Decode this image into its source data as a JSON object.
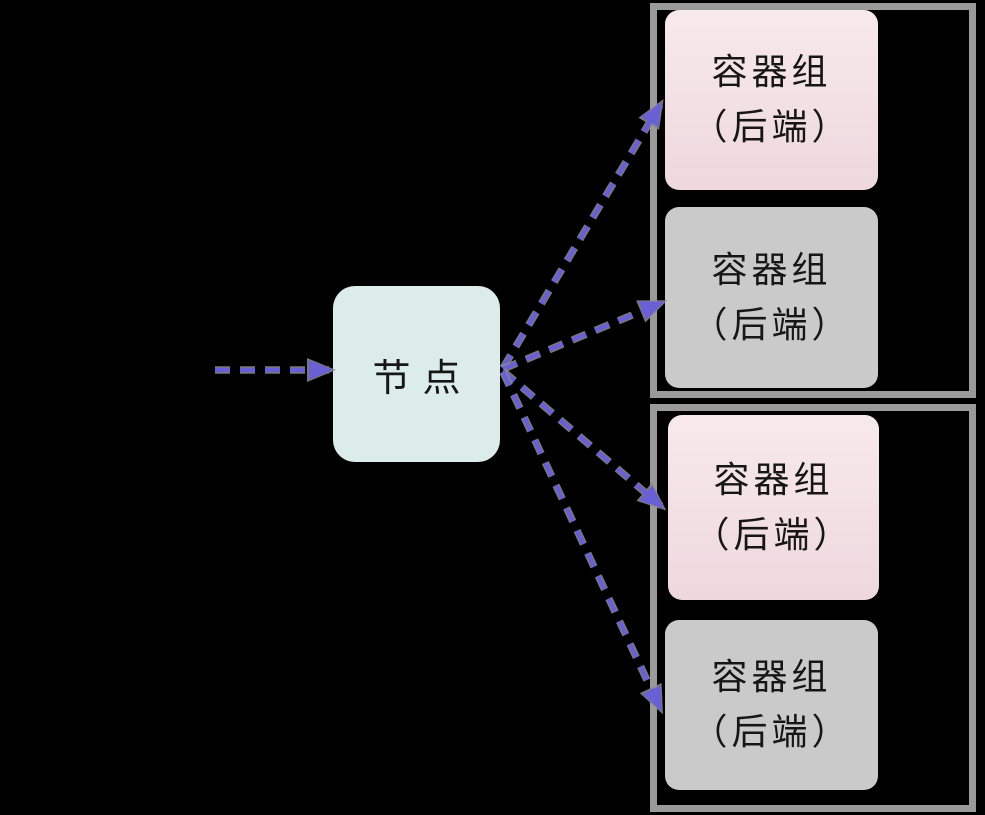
{
  "diagram": {
    "node": {
      "label": "节点"
    },
    "groups": [
      {
        "boxes": [
          {
            "label": "容器组",
            "sublabel": "（后端）",
            "variant": "pink"
          },
          {
            "label": "容器组",
            "sublabel": "（后端）",
            "variant": "gray"
          }
        ]
      },
      {
        "boxes": [
          {
            "label": "容器组",
            "sublabel": "（后端）",
            "variant": "pink"
          },
          {
            "label": "容器组",
            "sublabel": "（后端）",
            "variant": "gray"
          }
        ]
      }
    ],
    "edges": [
      {
        "from": "external",
        "to": "node",
        "style": "dashed-arrow"
      },
      {
        "from": "node",
        "to": "pod-1",
        "style": "dashed-arrow"
      },
      {
        "from": "node",
        "to": "pod-2",
        "style": "dashed-arrow"
      },
      {
        "from": "node",
        "to": "pod-3",
        "style": "dashed-arrow"
      },
      {
        "from": "node",
        "to": "pod-4",
        "style": "dashed-arrow"
      }
    ],
    "colors": {
      "background": "#000000",
      "node_fill": "#dcecea",
      "pink_top": "#f7e9ec",
      "pink_bottom": "#eed8de",
      "gray_box": "#cacaca",
      "group_border": "#9a9a9a",
      "arrow": "#6a60d6",
      "arrow_halo": "#8d8d8d",
      "text": "#161616"
    }
  }
}
